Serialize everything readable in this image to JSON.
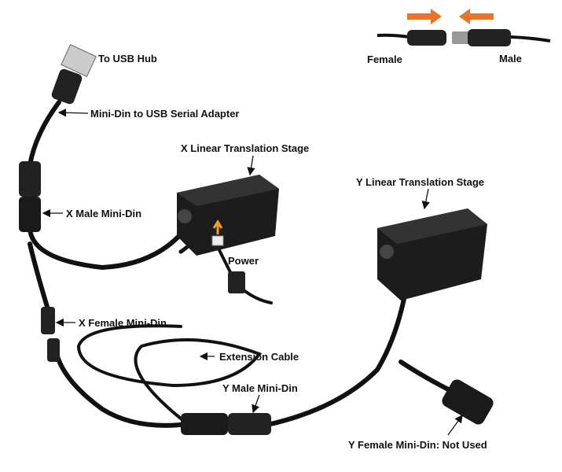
{
  "legend": {
    "female": "Female",
    "male": "Male",
    "arrow_color": "#E8742A"
  },
  "labels": {
    "to_usb_hub": "To USB Hub",
    "usb_adapter": "Mini-Din to USB Serial Adapter",
    "x_stage": "X Linear Translation Stage",
    "y_stage": "Y Linear Translation Stage",
    "x_male": "X Male Mini-Din",
    "power": "Power",
    "x_female": "X Female Mini-Din",
    "extension": "Extension Cable",
    "y_male": "Y Male Mini-Din",
    "y_female": "Y Female Mini-Din: Not Used"
  },
  "colors": {
    "device": "#1a1a1a",
    "cable": "#111111",
    "power_arrow": "#F0A020"
  }
}
